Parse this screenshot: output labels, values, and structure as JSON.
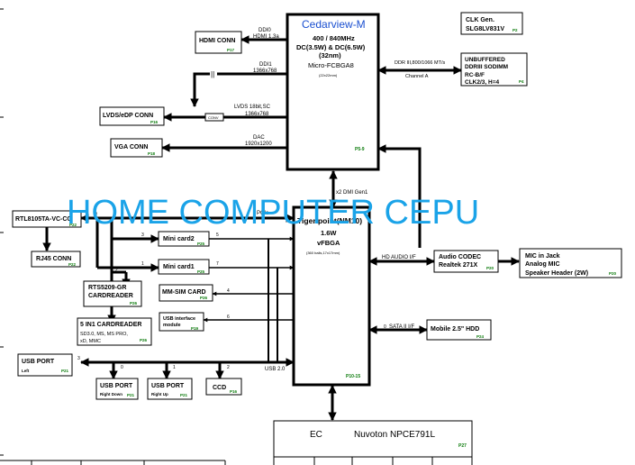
{
  "cpu": {
    "name": "Cedarview-M",
    "line1": "400 / 840MHz",
    "line2": "DC(3.5W) & DC(6.5W)",
    "line3": "(32nm)",
    "line4": "Micro-FCBGA8",
    "line5": "(22x22mm)",
    "page": "P5-9"
  },
  "pch": {
    "name": "Tiger point(NM10)",
    "line1": "1.6W",
    "line2": "vFBGA",
    "line3": "(360 balls,17x17mm)",
    "page": "P10-15"
  },
  "ec": {
    "left": "EC",
    "name": "Nuvoton NPCE791L",
    "page": "P27"
  },
  "clk": {
    "name": "CLK Gen.",
    "part": "SLG8LV831V",
    "page": "P2"
  },
  "dimm": {
    "l1": "UNBUFFERED",
    "l2": "DDRIII  SODIMM",
    "l3": "RC-B/F",
    "l4": "CLK2/3, H=4",
    "page": "P4"
  },
  "hdmi": {
    "label": "HDMI CONN",
    "page": "P17"
  },
  "lvds": {
    "label": "LVDS/eDP CONN",
    "page": "P16"
  },
  "vga": {
    "label": "VGA CONN",
    "page": "P18"
  },
  "rtl": {
    "label": "RTL8105TA-VC-CG",
    "page": "P22"
  },
  "rj45": {
    "label": "RJ45 CONN",
    "page": "P22"
  },
  "mini2": {
    "label": "Mini card2",
    "page": "P25"
  },
  "mini1": {
    "label": "Mini card1",
    "page": "P25"
  },
  "rts": {
    "l1": "RTS5209-GR",
    "l2": "CARDREADER",
    "page": "P26"
  },
  "mmsim": {
    "label": "MM-SIM CARD",
    "page": "P26"
  },
  "usbmod": {
    "l1": "USB interface",
    "l2": "module",
    "page": "P19"
  },
  "cardreader5": {
    "l1": "5 IN1 CARDREADER",
    "l2": "SD3.0, MS, MS PRO,",
    "l3": "xD, MMC",
    "page": "P26"
  },
  "usbleft": {
    "l1": "USB PORT",
    "l2": "Left",
    "page": "P21"
  },
  "usbrd": {
    "l1": "USB PORT",
    "l2": "Right Down",
    "page": "P21"
  },
  "usbru": {
    "l1": "USB PORT",
    "l2": "Right Up",
    "page": "P21"
  },
  "ccd": {
    "label": "CCD",
    "page": "P16"
  },
  "audio": {
    "l1": "Audio CODEC",
    "l2": "Realtek 271X",
    "page": "P20"
  },
  "mic": {
    "l1": "MIC in Jack",
    "l2": "Analog MIC",
    "l3": "Speaker Header (2W)",
    "page": "P20"
  },
  "hdd": {
    "label": "Mobile 2.5\" HDD",
    "page": "P24"
  },
  "labels": {
    "ddi0": "DDI0",
    "hdmi13": "HDMI 1.3a",
    "ddi1": "DDI1",
    "res1366a": "1366x768",
    "lvds": "LVDS 18bit,SC",
    "res1366b": "1366x768",
    "dac": "DAC",
    "res1920": "1920x1200",
    "ddr": "DDR III,800/1066 MT/s",
    "chA": "Channel A",
    "dmi": "x2 DMI Gen1",
    "pcie": "PCIe",
    "hda": "HD AUDIO I/F",
    "sata": "SATA II I/F",
    "usb20": "USB 2.0",
    "cap": "||",
    "conv": "CONV",
    "n1": "1",
    "n3": "3",
    "n5": "5",
    "n7": "7",
    "n2": "2",
    "n4": "4",
    "n6": "6",
    "n0": "0",
    "n3b": "3",
    "n0b": "0",
    "n1b": "1",
    "n2b": "2",
    "n0c": "0"
  },
  "watermark": "HOME COMPUTER CEPU"
}
